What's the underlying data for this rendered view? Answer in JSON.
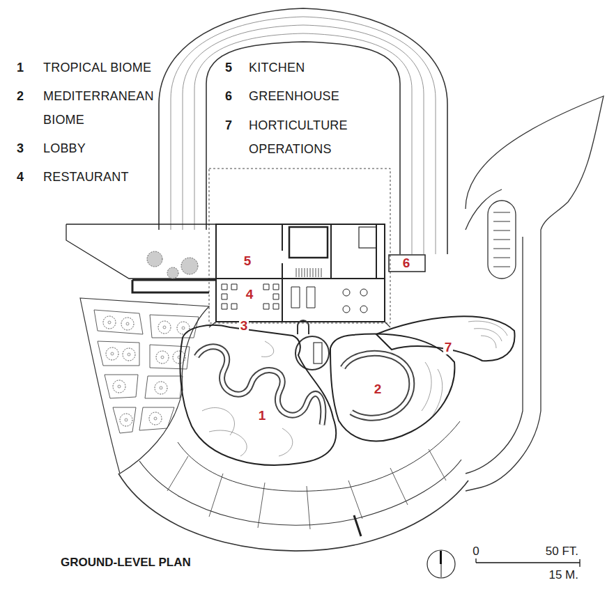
{
  "diagram": {
    "title": "GROUND-LEVEL PLAN",
    "labels": [
      "1",
      "TROPICAL BIOME",
      "2",
      "MEDITERRANEAN BIOME",
      "3",
      "LOBBY",
      "4",
      "RESTAURANT",
      "5",
      "KITCHEN",
      "6",
      "GREENHOUSE",
      "7",
      "HORTICULTURE OPERATIONS",
      "5",
      "6",
      "4",
      "3",
      "1",
      "2",
      "7",
      "0",
      "50 FT.",
      "15 M."
    ]
  }
}
